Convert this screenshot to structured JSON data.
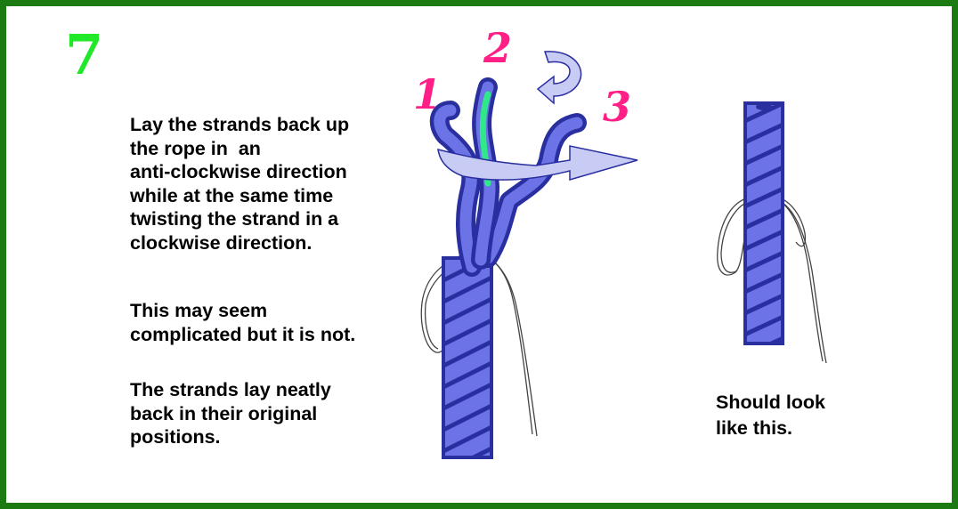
{
  "step_number": "7",
  "instructions": {
    "para1_lines": [
      "Lay the strands back up",
      "the rope in  an",
      "anti-clockwise direction",
      "while at the same time",
      "twisting the strand in a",
      "clockwise direction."
    ],
    "para2_lines": [
      "This may seem",
      "complicated but it is not."
    ],
    "para3_lines": [
      "The strands lay neatly",
      "back in their original",
      "positions."
    ]
  },
  "strand_labels": [
    "1",
    "2",
    "3"
  ],
  "caption_lines": [
    "Should look",
    "like this."
  ],
  "colors": {
    "border": "#1b7a12",
    "step_number": "#22e82a",
    "rope_fill": "#6b73e6",
    "rope_outline": "#2a2fa0",
    "highlight_strand": "#2ee88a",
    "arrow_fill": "#c8cbf3",
    "strand_label": "#ff1f86"
  }
}
